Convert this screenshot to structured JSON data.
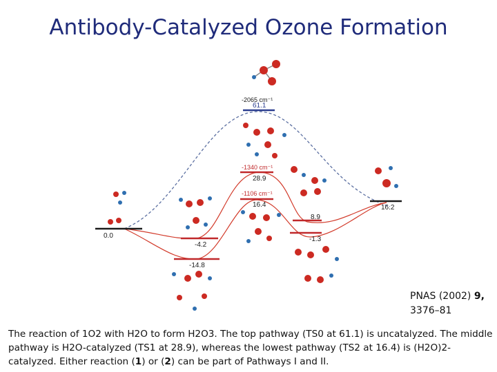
{
  "title": "Antibody-Catalyzed Ozone Formation",
  "reference": {
    "journal": "PNAS (2002)",
    "volume": "9,",
    "pages": "3376–81"
  },
  "caption": {
    "p1": "The reaction of 1O2 with H2O to form H2O3. The top pathway (TS0 at 61.1) is uncatalyzed. The middle pathway is H2O-catalyzed (TS1 at 28.9), whereas the lowest pathway (TS2 at 16.4) is (H2O)2-catalyzed. Either reaction (",
    "b1": "1",
    "p2": ") or (",
    "b2": "2",
    "p3": ") can be part of Pathways I and II."
  },
  "energy_levels": {
    "reactant": "0.0",
    "product": "16.2",
    "ts0": "61.1",
    "ts1": "28.9",
    "ts2": "16.4",
    "int_a": "-4.2",
    "int_b": "-14.8",
    "int_c": "8.9",
    "int_d": "-1.3"
  },
  "frequencies": {
    "ts0": "-2065 cm⁻¹",
    "ts1": "-1340 cm⁻¹",
    "ts2": "-1106 cm⁻¹"
  },
  "colors": {
    "title": "#1f2b7a",
    "uncatalyzed_path": "#5a6ea0",
    "catalyzed_path": "#d23a2a",
    "level_black": "#1a1a1a",
    "level_blue": "#2a3d8f",
    "level_red": "#c0282a",
    "oxygen": "#cc2a22",
    "hydrogen": "#2f6fb0"
  }
}
